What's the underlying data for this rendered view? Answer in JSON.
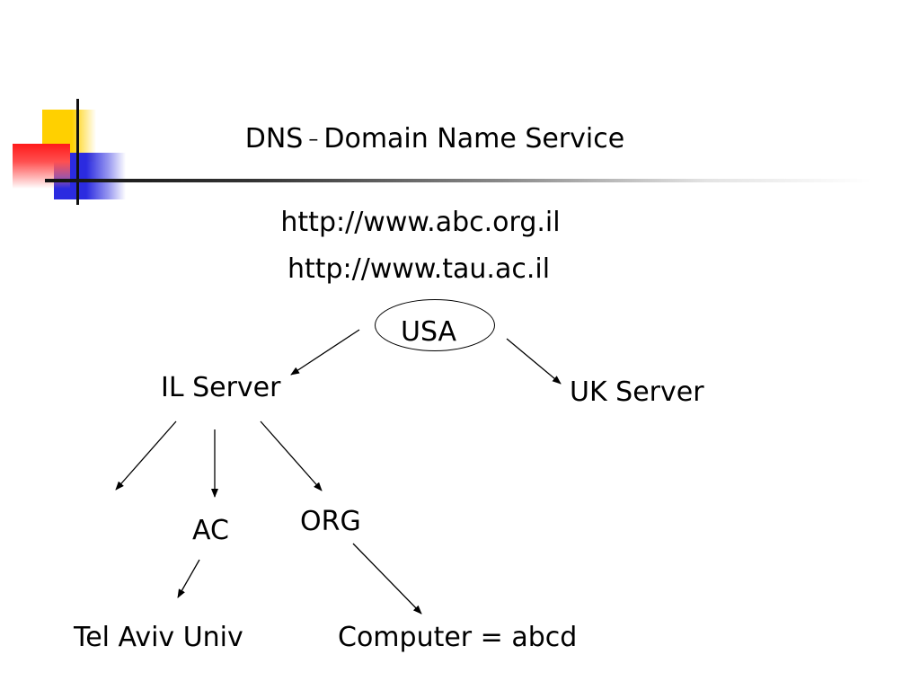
{
  "slide": {
    "title": {
      "left": "DNS",
      "dash": "–",
      "right": "Domain Name Service"
    },
    "urls": [
      "http://www.abc.org.il",
      "http://www.tau.ac.il"
    ],
    "tree": {
      "root": "USA",
      "il_server": "IL Server",
      "uk_server": "UK Server",
      "ac": "AC",
      "org": "ORG",
      "tel_aviv": "Tel Aviv Univ",
      "computer": "Computer = abcd"
    }
  },
  "colors": {
    "decor_yellow": "#FFD000",
    "decor_blue": "#2B2BE0",
    "decor_red": "#FF1A1A",
    "line": "#000000"
  }
}
